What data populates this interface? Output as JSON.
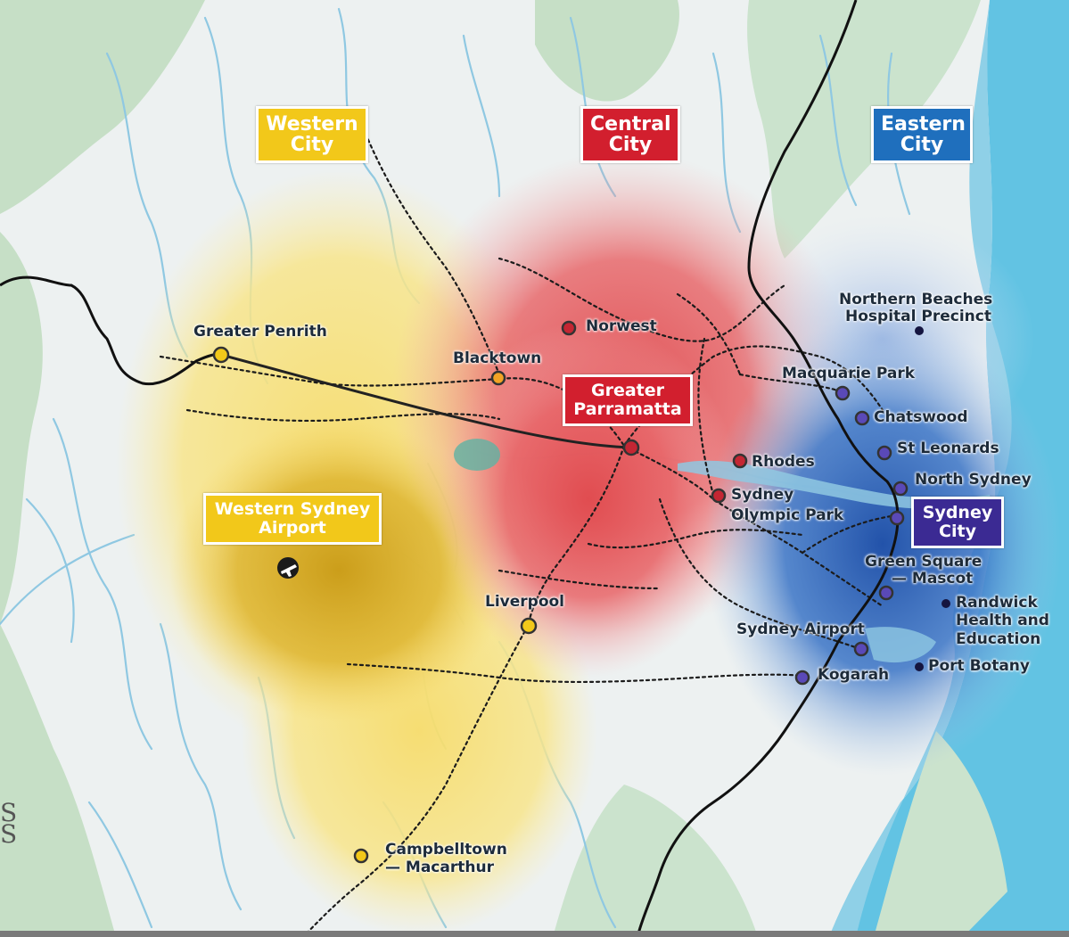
{
  "colors": {
    "water": "#a9d6e8",
    "ocean": "#62c3e3",
    "land": "#ecf1f1",
    "park": "#c7e0c8",
    "western": "#f2c81a",
    "central": "#d21f2e",
    "eastern": "#1f6fbd",
    "sydney_city": "#3b2a93"
  },
  "regions": {
    "western_city": {
      "line1": "Western",
      "line2": "City"
    },
    "central_city": {
      "line1": "Central",
      "line2": "City"
    },
    "eastern_city": {
      "line1": "Eastern",
      "line2": "City"
    }
  },
  "callouts": {
    "greater_parramatta": {
      "line1": "Greater",
      "line2": "Parramatta"
    },
    "western_sydney_airport": {
      "line1": "Western Sydney",
      "line2": "Airport"
    },
    "sydney_city": {
      "line1": "Sydney",
      "line2": "City"
    }
  },
  "places": {
    "greater_penrith": "Greater Penrith",
    "blacktown": "Blacktown",
    "norwest": "Norwest",
    "rhodes": "Rhodes",
    "sydney_olympic_park_1": "Sydney",
    "sydney_olympic_park_2": "Olympic Park",
    "northern_beaches_1": "Northern Beaches",
    "northern_beaches_2": "Hospital Precinct",
    "macquarie_park": "Macquarie Park",
    "chatswood": "Chatswood",
    "st_leonards": "St Leonards",
    "north_sydney": "North Sydney",
    "green_square_1": "Green Square",
    "green_square_2": "— Mascot",
    "randwick_1": "Randwick",
    "randwick_2": "Health and",
    "randwick_3": "Education",
    "sydney_airport": "Sydney Airport",
    "port_botany": "Port Botany",
    "kogarah": "Kogarah",
    "liverpool": "Liverpool",
    "campbelltown_1": "Campbelltown",
    "campbelltown_2": "— Macarthur"
  },
  "icons": {
    "airport": "airplane-icon",
    "node": "circle-marker"
  },
  "edge_text": "S\nS"
}
